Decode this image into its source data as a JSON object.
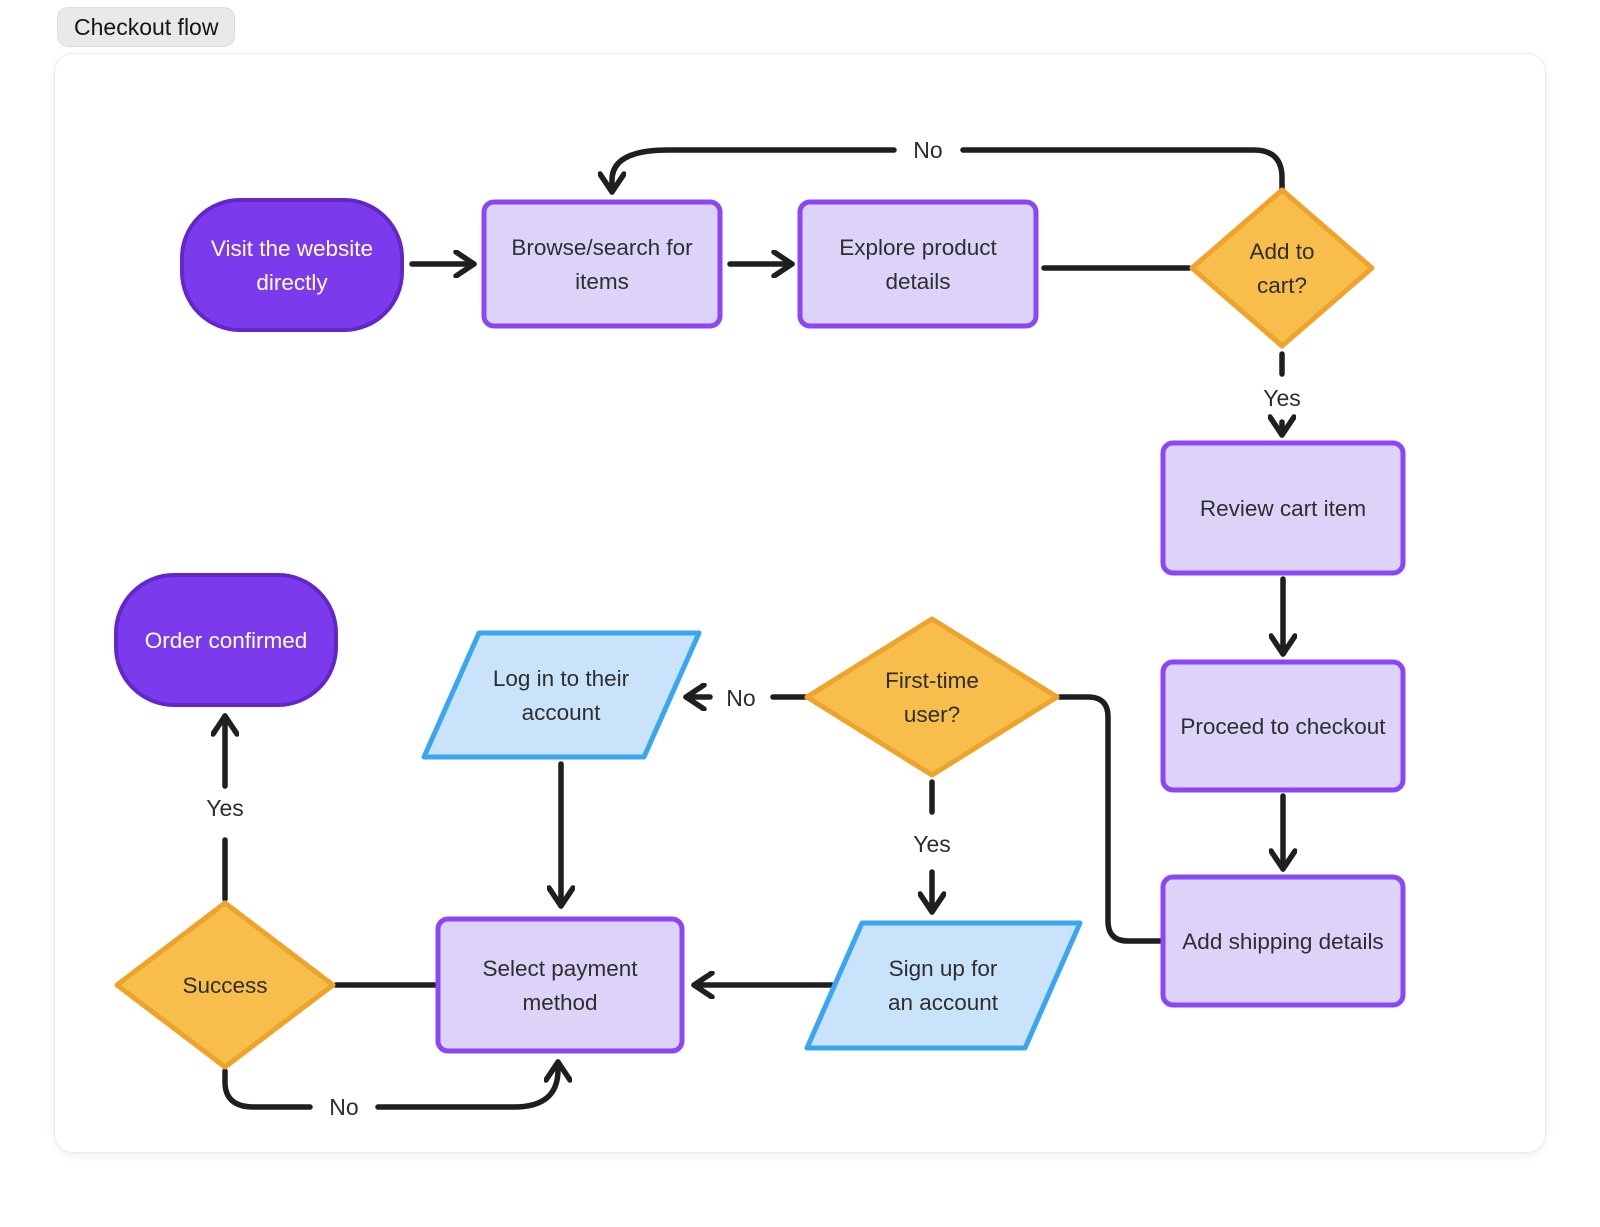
{
  "title": "Checkout flow",
  "colors": {
    "edge": "#1f1f1f",
    "terminator_fill": "#7c3aed",
    "terminator_stroke": "#6226c9",
    "process_fill": "#ddd3f9",
    "process_stroke": "#8b46f7",
    "decision_fill": "#f8be4c",
    "decision_stroke": "#eea42b",
    "io_fill": "#c9e4fa",
    "io_stroke": "#3aa6f0",
    "canvas_bg": "#ffffff",
    "badge_bg": "#e9e9e9"
  },
  "nodes": {
    "start": {
      "type": "terminator",
      "line1": "Visit the website",
      "line2": "directly"
    },
    "browse": {
      "type": "process",
      "line1": "Browse/search for",
      "line2": "items"
    },
    "explore": {
      "type": "process",
      "line1": "Explore product",
      "line2": "details"
    },
    "add_to_cart": {
      "type": "decision",
      "line1": "Add to",
      "line2": "cart?"
    },
    "review": {
      "type": "process",
      "label": "Review cart item"
    },
    "checkout": {
      "type": "process",
      "label": "Proceed to checkout"
    },
    "shipping": {
      "type": "process",
      "label": "Add shipping details"
    },
    "first_time": {
      "type": "decision",
      "line1": "First-time",
      "line2": "user?"
    },
    "login": {
      "type": "io",
      "line1": "Log in to their",
      "line2": "account"
    },
    "signup": {
      "type": "io",
      "line1": "Sign up for",
      "line2": "an account"
    },
    "payment": {
      "type": "process",
      "line1": "Select payment",
      "line2": "method"
    },
    "success": {
      "type": "decision",
      "label": "Success"
    },
    "confirmed": {
      "type": "terminator",
      "label": "Order confirmed"
    }
  },
  "edge_labels": {
    "cart_no": "No",
    "cart_yes": "Yes",
    "user_no": "No",
    "user_yes": "Yes",
    "success_yes": "Yes",
    "success_no": "No"
  }
}
